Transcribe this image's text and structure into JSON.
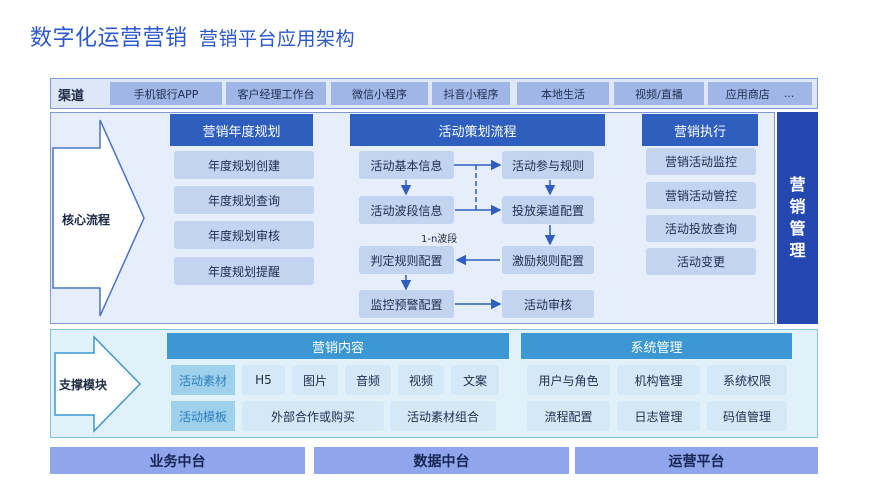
{
  "title": {
    "main": "数字化运营营销",
    "sub": "营销平台应用架构"
  },
  "channel": {
    "label": "渠道",
    "items": [
      "手机银行APP",
      "客户经理工作台",
      "微信小程序",
      "抖音小程序",
      "本地生活",
      "视频/直播",
      "应用商店"
    ],
    "more": "..."
  },
  "core": {
    "label": "核心流程",
    "annual_plan": {
      "header": "营销年度规划",
      "items": [
        "年度规划创建",
        "年度规划查询",
        "年度规划审核",
        "年度规划提醒"
      ]
    },
    "campaign_flow": {
      "header": "活动策划流程",
      "nodes": {
        "basic_info": "活动基本信息",
        "participation_rules": "活动参与规则",
        "wave_info": "活动波段信息",
        "channel_config": "投放渠道配置",
        "judgment_rules": "判定规则配置",
        "incentive_rules": "激励规则配置",
        "alert_config": "监控预警配置",
        "review": "活动审核"
      },
      "note": "1-n波段"
    },
    "execution": {
      "header": "营销执行",
      "items": [
        "营销活动监控",
        "营销活动管控",
        "活动投放查询",
        "活动变更"
      ]
    },
    "management": "营销管理"
  },
  "support": {
    "label": "支撑模块",
    "marketing_content": {
      "header": "营销内容",
      "material_label": "活动素材",
      "materials": [
        "H5",
        "图片",
        "音频",
        "视频",
        "文案"
      ],
      "template_label": "活动模板",
      "templates": [
        "外部合作或购买",
        "活动素材组合"
      ]
    },
    "system_management": {
      "header": "系统管理",
      "items": [
        "用户与角色",
        "机构管理",
        "系统权限",
        "流程配置",
        "日志管理",
        "码值管理"
      ]
    }
  },
  "platforms": [
    "业务中台",
    "数据中台",
    "运营平台"
  ],
  "colors": {
    "title": "#2c58c9",
    "header_blue": "#2e5fbe",
    "item_blue": "#c3d4f1",
    "support_header": "#3b98d3",
    "platform": "#8fa5ec",
    "management": "#2447b0"
  }
}
